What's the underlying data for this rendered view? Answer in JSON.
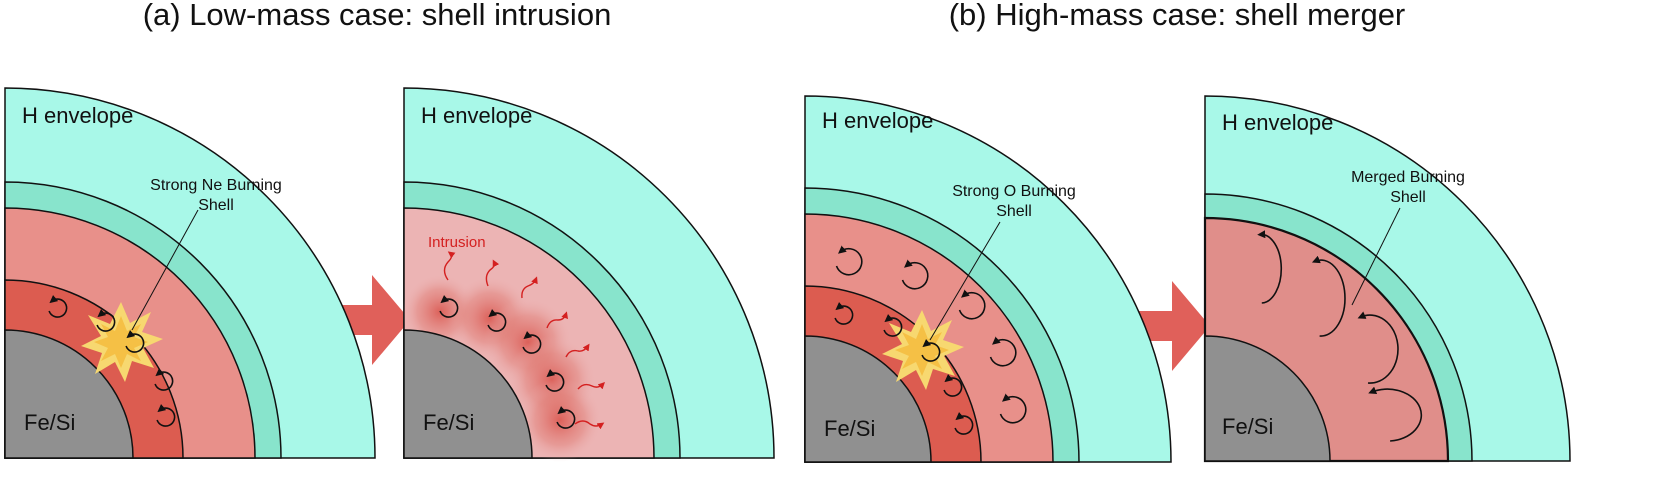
{
  "headings": {
    "left": "(a) Low-mass case: shell intrusion",
    "right": "(b) High-mass case: shell merger"
  },
  "labels": {
    "envelope": "H envelope",
    "core": "Fe/Si",
    "ne_burning": [
      "Strong Ne Burning",
      "Shell"
    ],
    "o_burning": [
      "Strong O Burning",
      "Shell"
    ],
    "merged": [
      "Merged Burning",
      "Shell"
    ],
    "intrusion": "Intrusion"
  },
  "colors": {
    "envelope": "#a8f8e8",
    "thin_shell": "#88e4cc",
    "o_shell": "#e8908a",
    "intruded_shell": "#ecb4b4",
    "ne_shell": "#dc5c50",
    "core": "#909090",
    "arrow": "#e0605a",
    "intrusion_text": "#d42020",
    "flash_outer": "#f7d870",
    "flash_inner": "#f5c045"
  }
}
